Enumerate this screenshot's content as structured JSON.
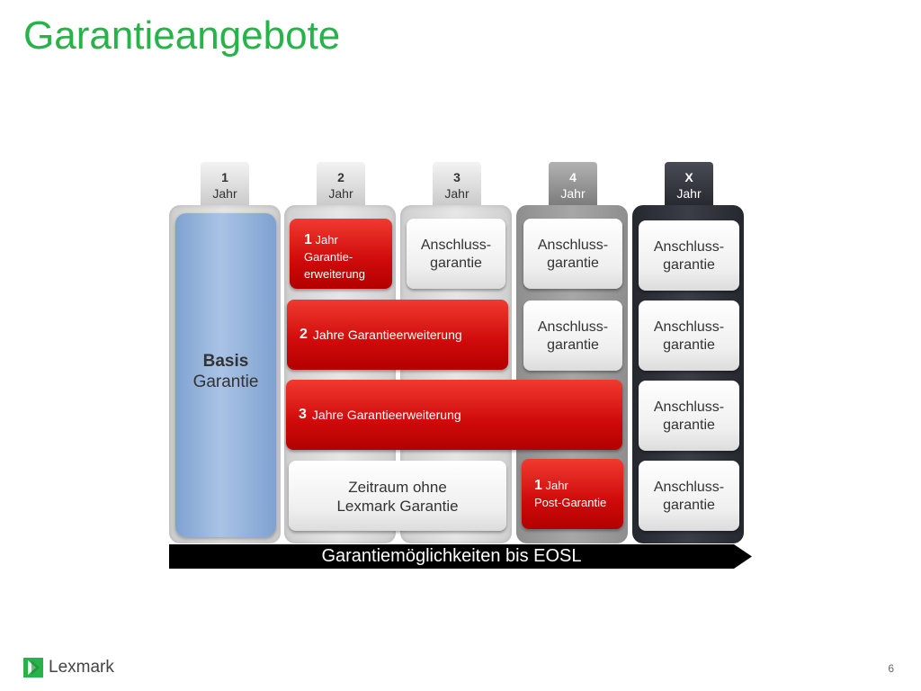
{
  "title": "Garantieangebote",
  "columns": [
    {
      "num": "1",
      "unit": "Jahr"
    },
    {
      "num": "2",
      "unit": "Jahr"
    },
    {
      "num": "3",
      "unit": "Jahr"
    },
    {
      "num": "4",
      "unit": "Jahr"
    },
    {
      "num": "X",
      "unit": "Jahr"
    }
  ],
  "basis": {
    "line1": "Basis",
    "line2": "Garantie"
  },
  "boxes": {
    "ext1": {
      "num": "1",
      "line1": "Jahr",
      "line2": "Garantie-",
      "line3": "erweiterung"
    },
    "ext2": {
      "num": "2",
      "text": "Jahre Garantieerweiterung"
    },
    "ext3": {
      "num": "3",
      "text": "Jahre Garantieerweiterung"
    },
    "no_warranty": {
      "line1": "Zeitraum ohne",
      "line2": "Lexmark Garantie"
    },
    "post": {
      "num": "1",
      "line1": "Jahr",
      "line2": "Post-Garantie"
    },
    "followup": {
      "line1": "Anschluss-",
      "line2": "garantie"
    }
  },
  "banner": "Garantiemöglichkeiten bis EOSL",
  "logo": "Lexmark",
  "page_number": "6",
  "colors": {
    "title_green": "#27b24a",
    "red": "#d71111",
    "basis_blue": "#95b3dd"
  }
}
